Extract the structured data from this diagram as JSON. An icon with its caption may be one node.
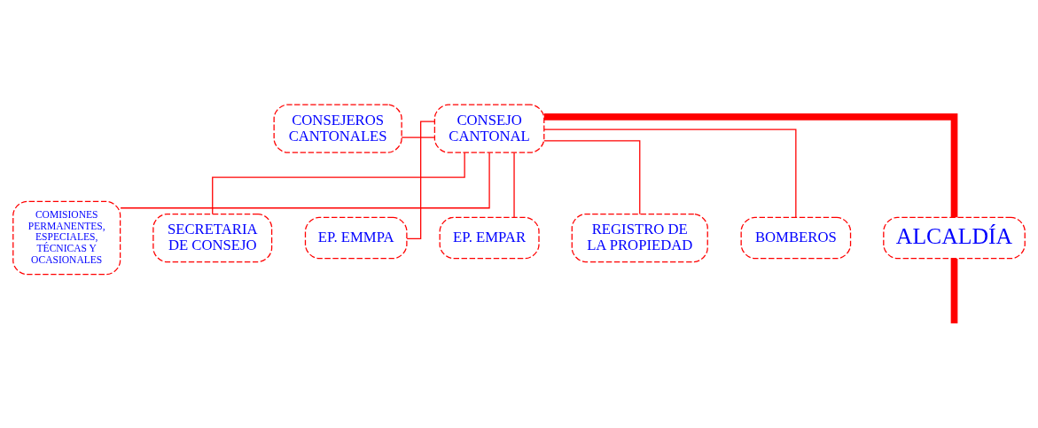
{
  "diagram": {
    "nodes": [
      {
        "text": [
          "CONSEJEROS CANTONALES"
        ]
      },
      {
        "text": [
          "CONSEJO CANTONAL"
        ]
      },
      {
        "text": [
          "COMISIONES PERMANENTES, ESPECIALES, TÉCNICAS Y OCASIONALES"
        ]
      },
      {
        "text": [
          "SECRETARIA DE CONSEJO"
        ]
      },
      {
        "text": [
          "EP. EMMPA"
        ]
      },
      {
        "text": [
          "EP. EMPAR"
        ]
      },
      {
        "text": [
          "REGISTRO DE LA PROPIEDAD"
        ]
      },
      {
        "text": [
          "BOMBEROS"
        ]
      },
      {
        "text": [
          "ALCALDÍA"
        ]
      }
    ],
    "edges": [
      {
        "from": 0,
        "to": 1,
        "arrow": "none"
      },
      {
        "from": 1,
        "to": 8,
        "arrow": "none",
        "style": "thick"
      },
      {
        "from": 1,
        "to": 2,
        "arrow": "none"
      },
      {
        "from": 1,
        "to": 3,
        "arrow": "none"
      },
      {
        "from": 1,
        "to": 4,
        "arrow": "none"
      },
      {
        "from": 1,
        "to": 5,
        "arrow": "none"
      },
      {
        "from": 1,
        "to": 6,
        "arrow": "none"
      },
      {
        "from": 1,
        "to": 7,
        "arrow": "none"
      },
      {
        "from": 8,
        "to": null,
        "arrow": "none",
        "style": "thick"
      }
    ]
  }
}
